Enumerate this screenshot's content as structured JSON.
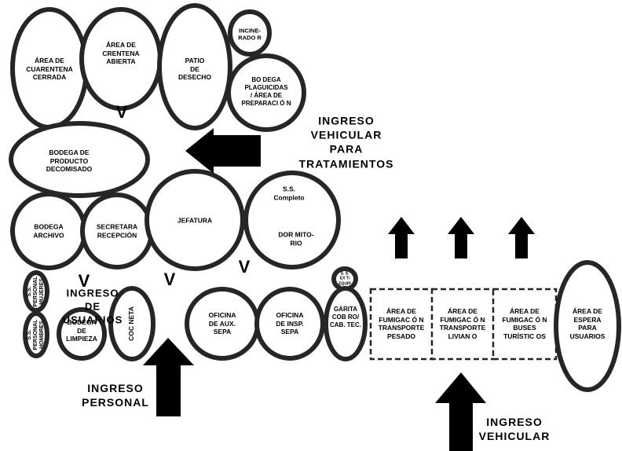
{
  "areas": {
    "cuarentena_cerrada": "ÁREA DE\nCUARENTENA\nCERRADA",
    "crentena_abierta": "ÁREA DE\nCRENTENA\nABIERTA",
    "patio_desecho": "PATIO\nDE\nDESECHO",
    "incinerador": "INCINE-\nRADO R",
    "bodega_plaguicidas": "BO DEGA\nPLAGUICIDAS\n/ ÁREA DE\nPREPARACI Ó N",
    "bodega_decomisado": "BODEGA DE\nPRODUCTO\nDECOMISADO",
    "bodega_archivo": "BODEGA\nARCHIVO",
    "secretaria": "SECRETARA\nRECEPCIÓN",
    "jefatura": "JEFATURA",
    "ss_completo": "S.S.\nCompleto",
    "dormitorio": "DOR MITO-\nRIO",
    "ss_mujeres": "S.S.\nPERSONAL\nMUJERES",
    "ss_hombres": "S.S.\nPERSONAL\nHOMBRES",
    "bodega_limpieza": "BODEGA\nDE\nLIMPIEZA",
    "cocineta": "COC NETA",
    "oficina_aux": "OFICINA\nDE AUX.\nSEPA",
    "oficina_insp": "OFICINA\nDE INSP.\nSEPA",
    "small_circle": "S. S.\nEX T/\nEQUIP",
    "garita": "GARITA\nCOB RO/\nCAB. TEC.",
    "fumigacion_pesado": "ÁREA DE\nFUMIGAC Ó N\nTRANSPORTE\nPESADO",
    "fumigacion_liviano": "ÁREA DE\nFUMIGAC Ó N\nTRANSPORTE\nLIVIAN O",
    "fumigacion_buses": "ÁREA DE\nFUMIGAC Ó N\nBUSES\nTURÍSTIC OS",
    "espera_usuarios": "ÁREA DE\nESPERA\nPARA\nUSUARIOS"
  },
  "labels": {
    "ingreso_tratamientos": "INGRESO\nVEHICULAR\nPARA\nTRATAMIENTOS",
    "ingreso_usuarios": "INGRESO\nDE\nUSUARIOS",
    "ingreso_personal": "INGRESO\nPERSONAL",
    "ingreso_vehicular": "INGRESO\nVEHICULAR"
  },
  "marks": {
    "v": "V"
  },
  "colors": {
    "stroke": "#262626",
    "arrow": "#000000",
    "background": "#ffffff"
  }
}
